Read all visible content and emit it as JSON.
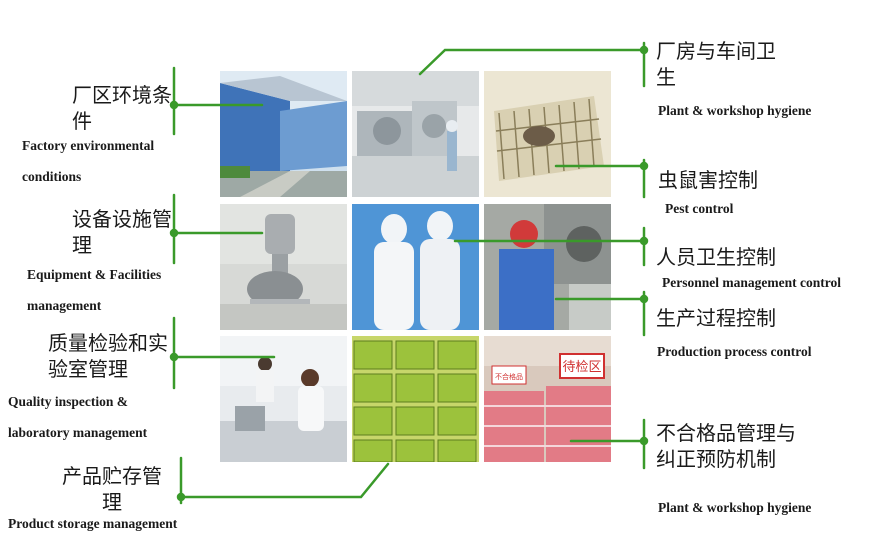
{
  "colors": {
    "connector": "#3a9a2a",
    "background": "#ffffff",
    "text": "#1a1a1a"
  },
  "categories": {
    "factory": {
      "cn": "厂区环境条件",
      "en": "Factory environmental conditions"
    },
    "equipment": {
      "cn": "设备设施管理",
      "en": "Equipment & Facilities management"
    },
    "quality": {
      "cn": "质量检验和实验室管理",
      "en": "Quality inspection & laboratory management"
    },
    "storage": {
      "cn": "产品贮存管理",
      "en": "Product storage management"
    },
    "workshop": {
      "cn": "厂房与车间卫生",
      "en": "Plant & workshop hygiene"
    },
    "pest": {
      "cn": "虫鼠害控制",
      "en": "Pest control"
    },
    "personnel": {
      "cn": "人员卫生控制",
      "en": "Personnel management control"
    },
    "process": {
      "cn": "生产过程控制",
      "en": "Production process control"
    },
    "nonconforming": {
      "cn": "不合格品管理与纠正预防机制",
      "en": "Plant & workshop hygiene"
    }
  },
  "photo_text": {
    "sign": "待检区",
    "sign_small": "不合格品"
  }
}
